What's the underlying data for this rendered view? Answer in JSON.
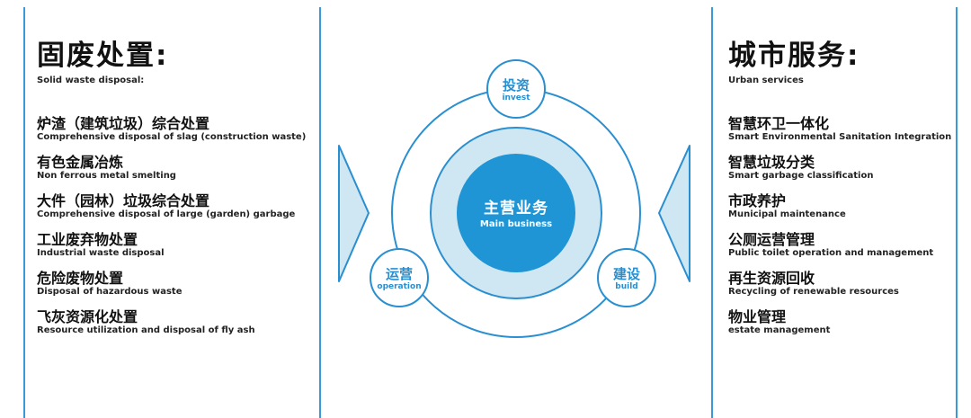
{
  "colors": {
    "accent": "#2a8fd0",
    "core_fill": "#1f95d5",
    "ring_fill": "#cfe6f3",
    "divider": "#3a9ad9",
    "text": "#111111"
  },
  "left_panel": {
    "title": "固废处置:",
    "subtitle": "Solid waste disposal:",
    "items": [
      {
        "zh": "炉渣（建筑垃圾）综合处置",
        "en": "Comprehensive disposal of slag (construction waste)"
      },
      {
        "zh": "有色金属冶炼",
        "en": "Non ferrous metal smelting"
      },
      {
        "zh": "大件（园林）垃圾综合处置",
        "en": "Comprehensive disposal of large (garden) garbage"
      },
      {
        "zh": "工业废弃物处置",
        "en": "Industrial waste disposal"
      },
      {
        "zh": "危险废物处置",
        "en": "Disposal of hazardous waste"
      },
      {
        "zh": "飞灰资源化处置",
        "en": "Resource utilization and disposal of fly ash"
      }
    ]
  },
  "right_panel": {
    "title": "城市服务:",
    "subtitle": "Urban services",
    "items": [
      {
        "zh": "智慧环卫一体化",
        "en": "Smart Environmental Sanitation Integration"
      },
      {
        "zh": "智慧垃圾分类",
        "en": "Smart garbage classification"
      },
      {
        "zh": "市政养护",
        "en": "Municipal maintenance"
      },
      {
        "zh": "公厕运营管理",
        "en": "Public toilet operation and management"
      },
      {
        "zh": "再生资源回收",
        "en": "Recycling of renewable resources"
      },
      {
        "zh": "物业管理",
        "en": "estate management"
      }
    ]
  },
  "diagram": {
    "center": {
      "zh": "主营业务",
      "en": "Main business"
    },
    "nodes": {
      "invest": {
        "zh": "投资",
        "en": "invest"
      },
      "operation": {
        "zh": "运营",
        "en": "operation"
      },
      "build": {
        "zh": "建设",
        "en": "build"
      }
    }
  }
}
